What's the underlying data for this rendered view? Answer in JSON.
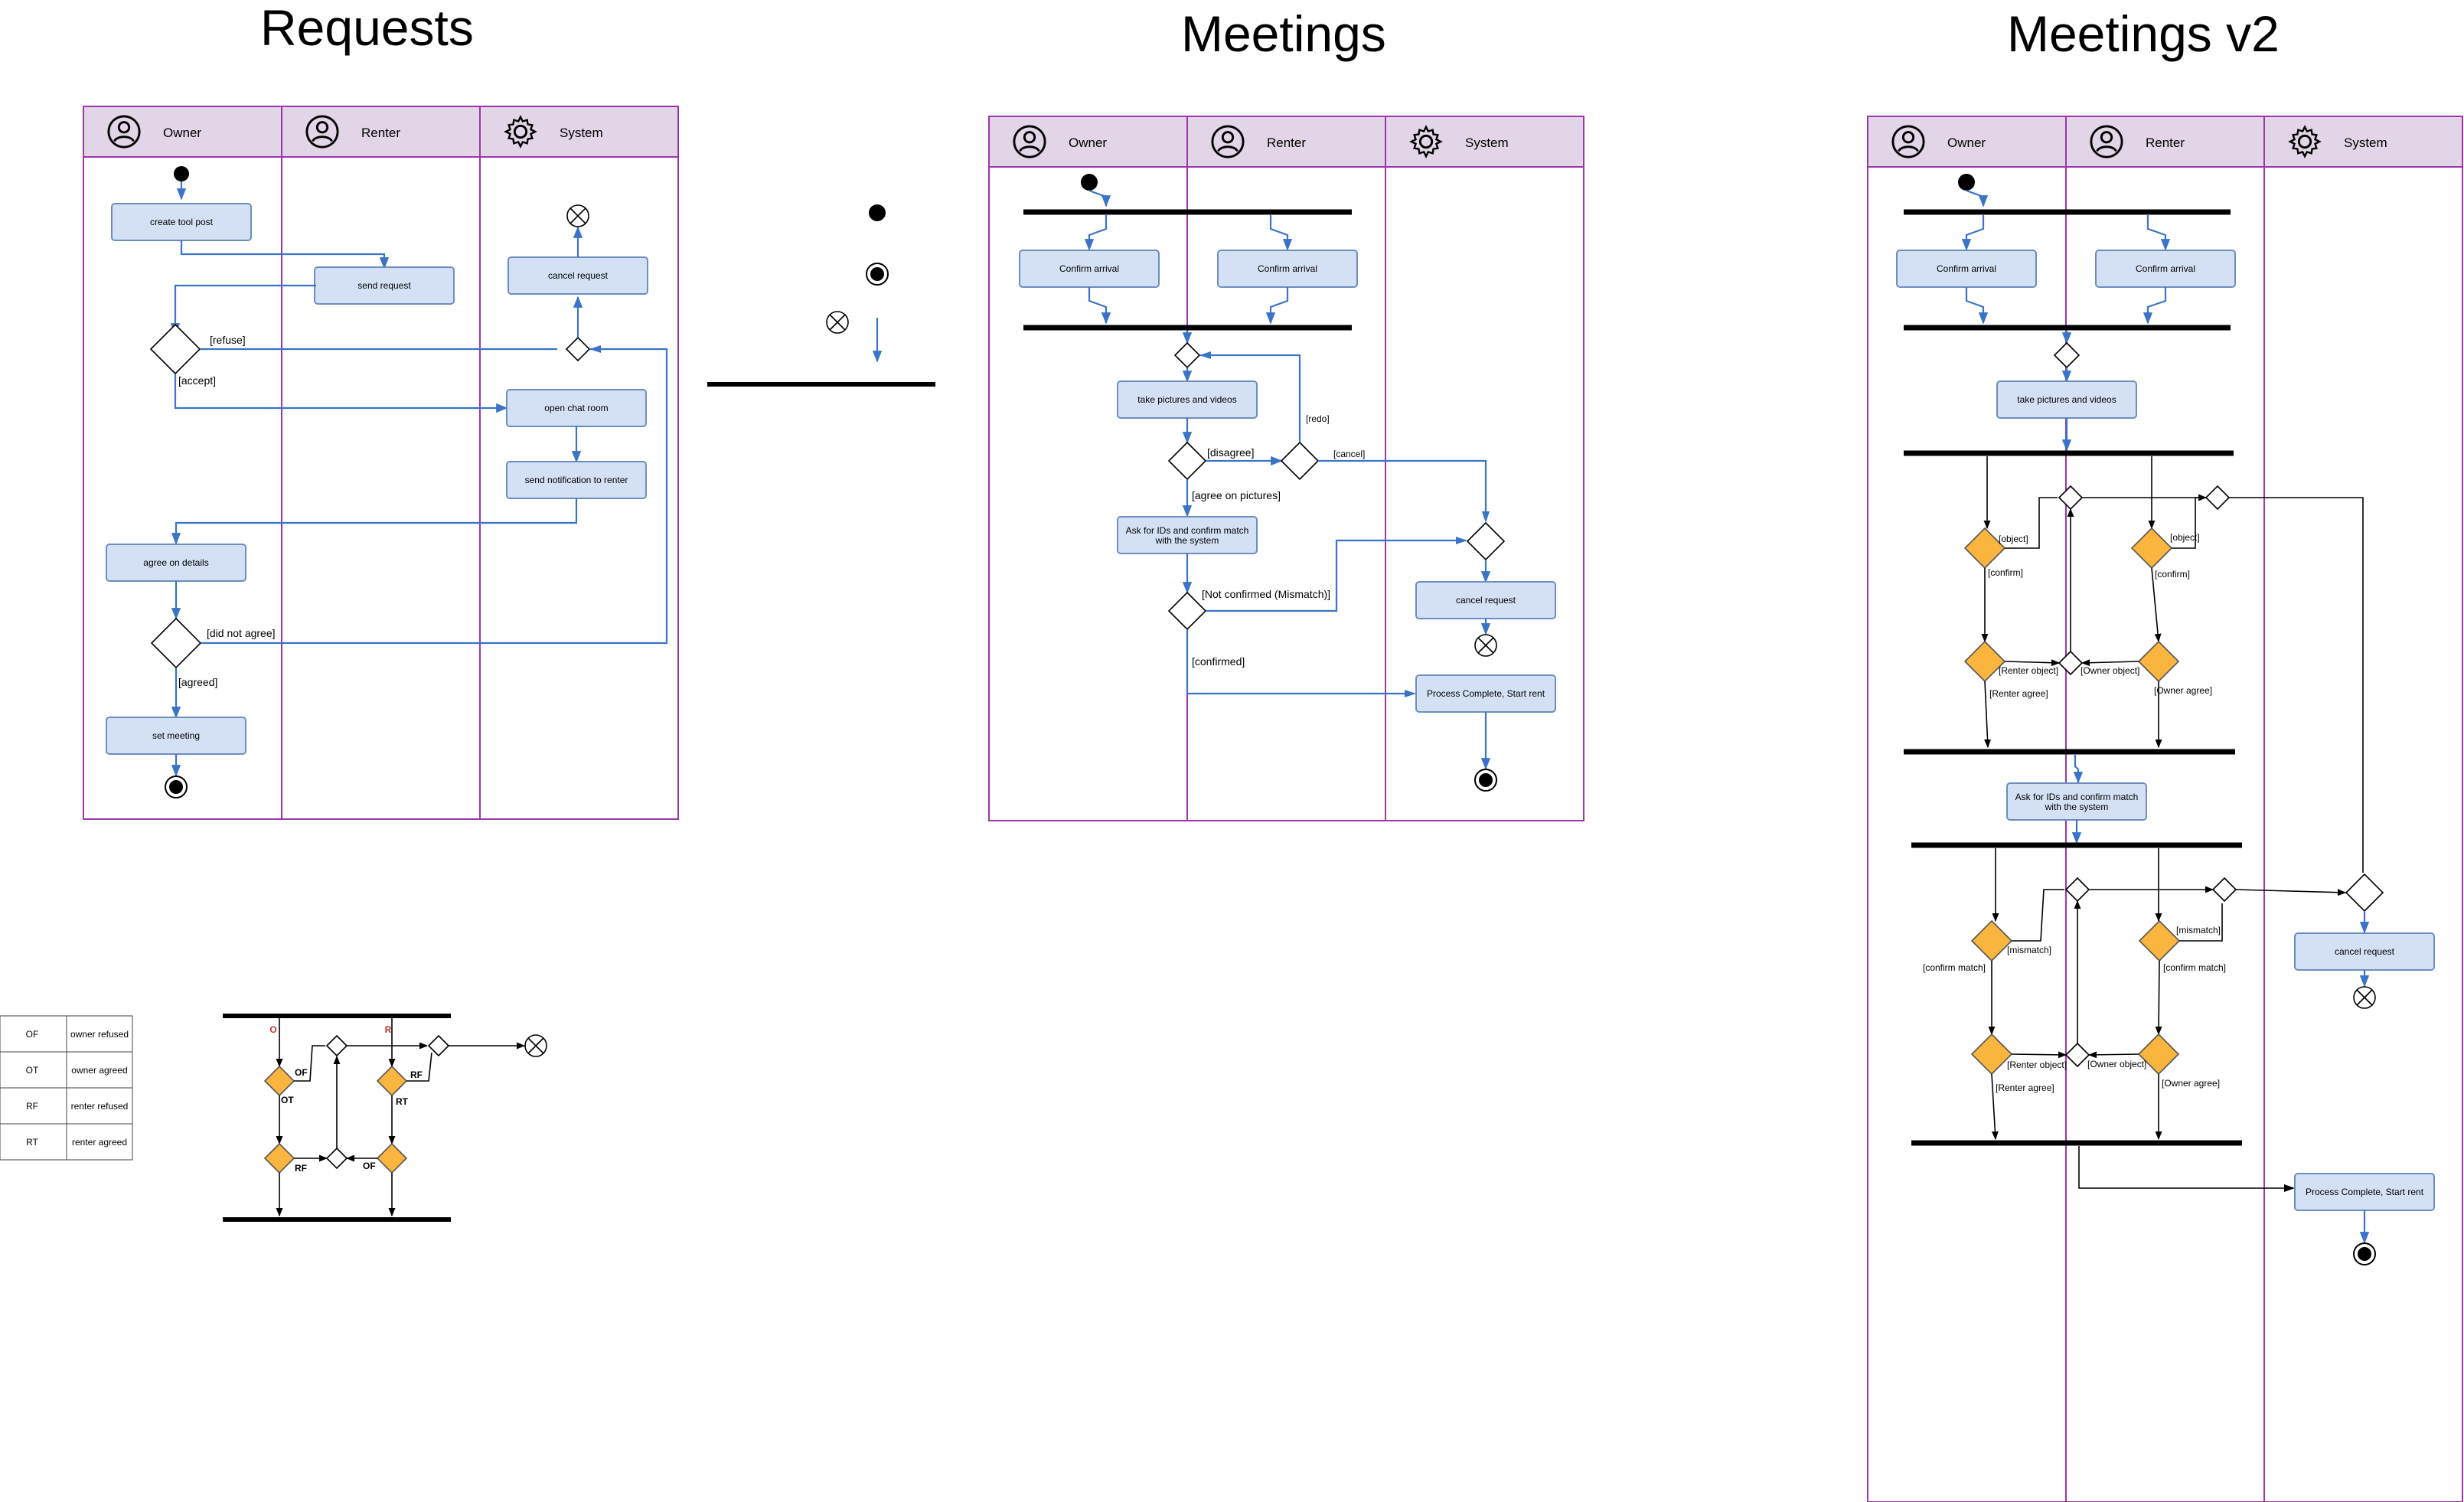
{
  "titles": {
    "requests": "Requests",
    "meetings": "Meetings",
    "meetings_v2": "Meetings v2"
  },
  "lanes": {
    "owner": "Owner",
    "renter": "Renter",
    "system": "System"
  },
  "requests": {
    "actions": {
      "create_tool_post": "create tool post",
      "send_request": "send request",
      "cancel_request": "cancel request",
      "open_chat_room": "open chat room",
      "send_notification": "send notification to renter",
      "agree_on_details": "agree on details",
      "set_meeting": "set meeting"
    },
    "guards": {
      "refuse": "[refuse]",
      "accept": "[accept]",
      "did_not_agree": "[did not agree]",
      "agreed": "[agreed]"
    }
  },
  "meetings": {
    "actions": {
      "confirm_arrival": "Confirm arrival",
      "take_pictures": "take pictures and videos",
      "ask_ids": [
        "Ask for IDs and confirm match",
        "with the system"
      ],
      "cancel_request": "cancel request",
      "process_complete": "Process Complete, Start rent"
    },
    "guards": {
      "disagree": "[disagree]",
      "redo": "[redo]",
      "cancel": "[cancel]",
      "agree_on_pictures": "[agree on pictures]",
      "not_confirmed": "[Not confirmed (Mismatch)]",
      "confirmed": "[confirmed]"
    }
  },
  "meetings_v2": {
    "actions": {
      "confirm_arrival": "Confirm arrival",
      "take_pictures": "take pictures and videos",
      "ask_ids": [
        "Ask for IDs and confirm match",
        "with the system"
      ],
      "cancel_request": "cancel request",
      "process_complete": "Process Complete, Start rent"
    },
    "guards": {
      "object": "[object]",
      "confirm": "[confirm]",
      "renter_object": "[Renter object]",
      "owner_object": "[Owner object]",
      "renter_agree": "[Renter agree]",
      "owner_agree": "[Owner agree]",
      "mismatch": "[mismatch]",
      "confirm_match": "[confirm match]"
    }
  },
  "legend": {
    "rows": [
      {
        "code": "OF",
        "meaning": "owner refused"
      },
      {
        "code": "OT",
        "meaning": "owner agreed"
      },
      {
        "code": "RF",
        "meaning": "renter refused"
      },
      {
        "code": "RT",
        "meaning": "renter agreed"
      }
    ]
  },
  "mini_diagram": {
    "labels": {
      "o": "O",
      "r": "R",
      "of": "OF",
      "ot": "OT",
      "rf": "RF",
      "rt": "RT"
    }
  },
  "colors": {
    "lane_header": "#e1d5e7",
    "lane_border": "#9d36a8",
    "action_fill": "#d4e1f5",
    "action_border": "#6c8ebf",
    "flow": "#3a73c7",
    "decision_orange": "#f9b53e"
  }
}
